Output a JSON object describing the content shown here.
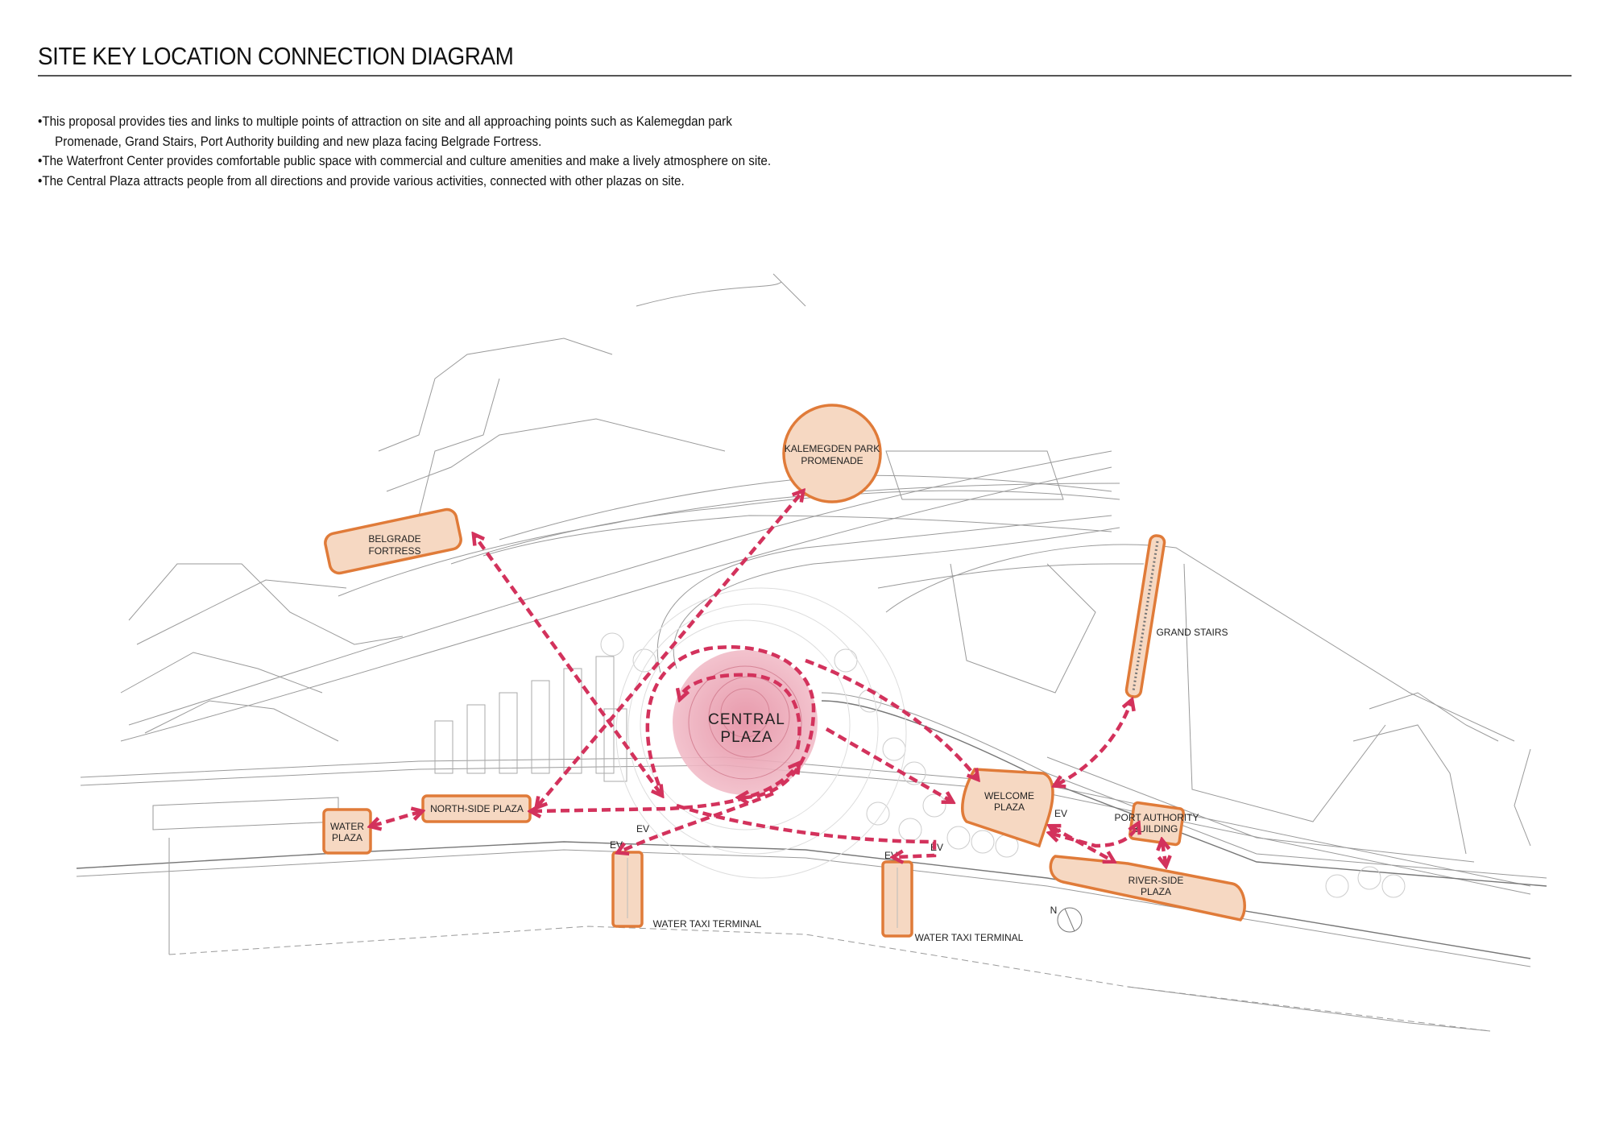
{
  "title": "SITE KEY LOCATION CONNECTION DIAGRAM",
  "bullets": [
    "This proposal provides ties and links to multiple points of attraction on site and all approaching points such as Kalemegdan park",
    "Promenade, Grand Stairs, Port Authority building and new plaza facing Belgrade Fortress.",
    "The Waterfront Center provides comfortable public space with commercial and culture amenities and make a lively atmosphere on site.",
    "The Central Plaza attracts people from all directions and provide various activities, connected with other plazas on site."
  ],
  "bullet_symbol": "•",
  "locations": {
    "kalemegdan": [
      "KALEMEGDEN PARK",
      "PROMENADE"
    ],
    "belgrade_fortress": [
      "BELGRADE",
      "FORTRESS"
    ],
    "central_plaza": [
      "CENTRAL",
      "PLAZA"
    ],
    "grand_stairs": "GRAND STAIRS",
    "welcome_plaza": [
      "WELCOME",
      "PLAZA"
    ],
    "port_authority": [
      "PORT AUTHORITY",
      "BUILDING"
    ],
    "river_side_plaza": [
      "RIVER-SIDE",
      "PLAZA"
    ],
    "north_side_plaza": "NORTH-SIDE PLAZA",
    "water_plaza": [
      "WATER",
      "PLAZA"
    ],
    "water_taxi_1": "WATER TAXI TERMINAL",
    "water_taxi_2": "WATER TAXI TERMINAL"
  },
  "ev_label": "EV",
  "north_label": "N",
  "colors": {
    "zone_fill": "#f6d8c2",
    "zone_stroke": "#e07b39",
    "connection": "#d3325c",
    "central": "#e9a0b0"
  }
}
